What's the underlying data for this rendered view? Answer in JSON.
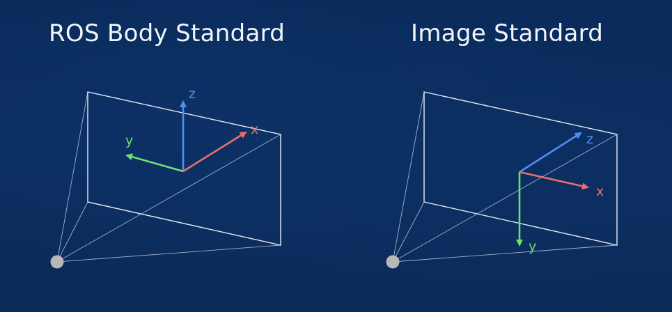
{
  "panels": [
    {
      "title": "ROS Body Standard",
      "axes": {
        "x": {
          "label": "x",
          "color": "#e8706c"
        },
        "y": {
          "label": "y",
          "color": "#6fe070"
        },
        "z": {
          "label": "z",
          "color": "#4f8ef2"
        }
      }
    },
    {
      "title": "Image Standard",
      "axes": {
        "x": {
          "label": "x",
          "color": "#e8706c"
        },
        "y": {
          "label": "y",
          "color": "#6fe070"
        },
        "z": {
          "label": "z",
          "color": "#4f8ef2"
        }
      }
    }
  ],
  "colors": {
    "background": "#0a2c5c",
    "frame": "#e6ecf4",
    "camera_point": "#b8b8b8"
  }
}
